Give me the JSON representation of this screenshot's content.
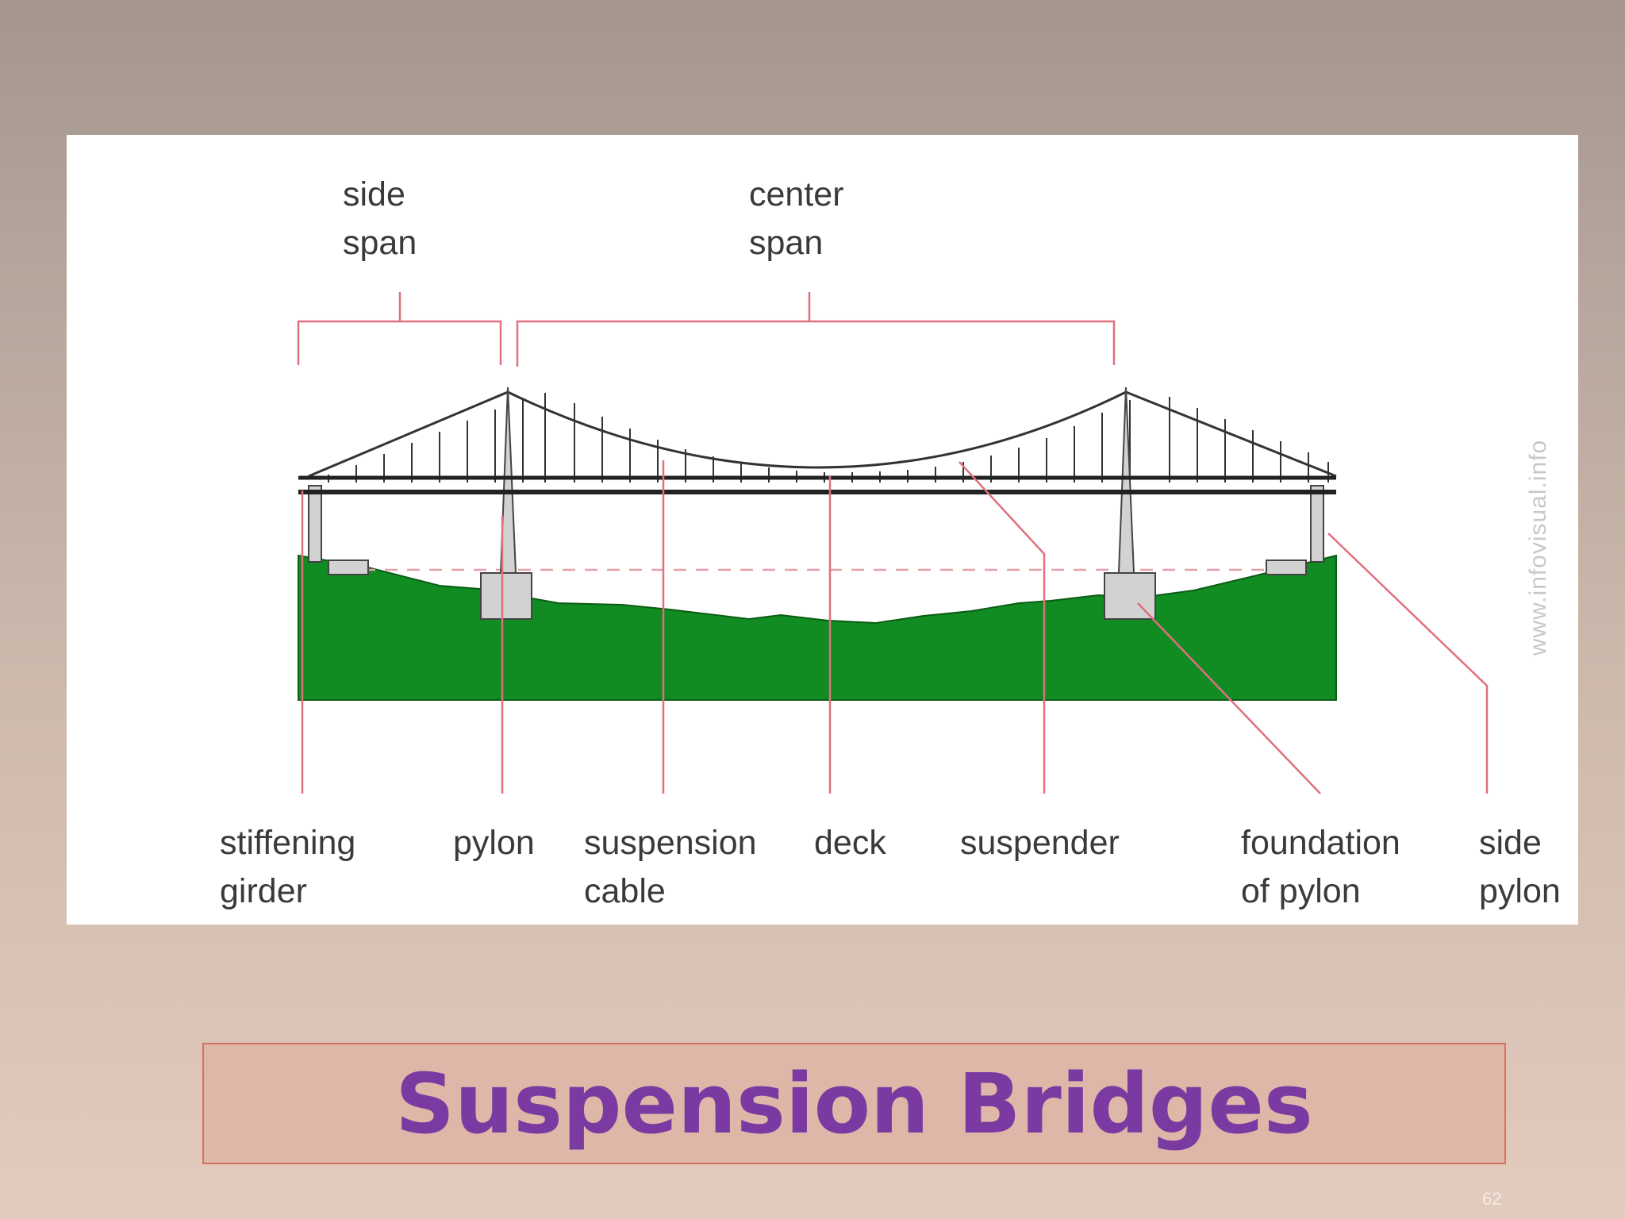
{
  "slide": {
    "title": "Suspension Bridges",
    "number": "62"
  },
  "diagram": {
    "watermark": "www.infovisual.info",
    "top_labels": {
      "side_span": [
        "side",
        "span"
      ],
      "center_span": [
        "center",
        "span"
      ]
    },
    "bottom_labels": {
      "stiffening_girder": [
        "stiffening",
        "girder"
      ],
      "pylon": "pylon",
      "suspension_cable": [
        "suspension",
        "cable"
      ],
      "deck": "deck",
      "suspender": "suspender",
      "foundation_of_pylon": [
        "foundation",
        "of pylon"
      ],
      "side_pylon": [
        "side",
        "pylon"
      ]
    },
    "colors": {
      "leader_lines": "#e0707e",
      "ground": "#118c22",
      "structure": "#222222",
      "concrete": "#d2d2d2",
      "title_text": "#7b3aa1",
      "title_box_fill": "#dfb7a8",
      "title_box_border": "#d7715e"
    }
  }
}
